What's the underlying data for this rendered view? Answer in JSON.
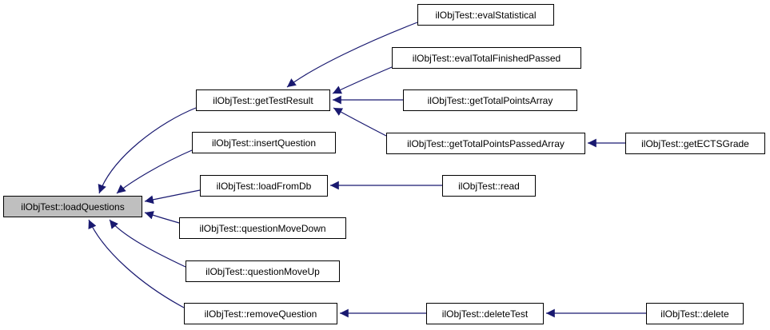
{
  "diagram": {
    "kind": "caller-graph",
    "focus_function": "ilObjTest::loadQuestions",
    "colors": {
      "edge": "#191970",
      "node_border": "#000000",
      "node_fill": "#ffffff",
      "focus_node_fill": "#bfbfbf",
      "background": "#ffffff",
      "text": "#000000"
    },
    "nodes": {
      "load_questions": {
        "label": "ilObjTest::loadQuestions"
      },
      "get_test_result": {
        "label": "ilObjTest::getTestResult"
      },
      "insert_question": {
        "label": "ilObjTest::insertQuestion"
      },
      "load_from_db": {
        "label": "ilObjTest::loadFromDb"
      },
      "question_move_down": {
        "label": "ilObjTest::questionMoveDown"
      },
      "question_move_up": {
        "label": "ilObjTest::questionMoveUp"
      },
      "remove_question": {
        "label": "ilObjTest::removeQuestion"
      },
      "eval_statistical": {
        "label": "ilObjTest::evalStatistical"
      },
      "eval_total_finished_passed": {
        "label": "ilObjTest::evalTotalFinishedPassed"
      },
      "get_total_points_array": {
        "label": "ilObjTest::getTotalPointsArray"
      },
      "get_total_points_passed_array": {
        "label": "ilObjTest::getTotalPointsPassedArray"
      },
      "get_ects_grade": {
        "label": "ilObjTest::getECTSGrade"
      },
      "read": {
        "label": "ilObjTest::read"
      },
      "delete_test": {
        "label": "ilObjTest::deleteTest"
      },
      "delete": {
        "label": "ilObjTest::delete"
      }
    },
    "edges": [
      {
        "from": "ilObjTest::evalStatistical",
        "to": "ilObjTest::getTestResult"
      },
      {
        "from": "ilObjTest::evalTotalFinishedPassed",
        "to": "ilObjTest::getTestResult"
      },
      {
        "from": "ilObjTest::getTotalPointsArray",
        "to": "ilObjTest::getTestResult"
      },
      {
        "from": "ilObjTest::getTotalPointsPassedArray",
        "to": "ilObjTest::getTestResult"
      },
      {
        "from": "ilObjTest::getECTSGrade",
        "to": "ilObjTest::getTotalPointsPassedArray"
      },
      {
        "from": "ilObjTest::getTestResult",
        "to": "ilObjTest::loadQuestions"
      },
      {
        "from": "ilObjTest::insertQuestion",
        "to": "ilObjTest::loadQuestions"
      },
      {
        "from": "ilObjTest::loadFromDb",
        "to": "ilObjTest::loadQuestions"
      },
      {
        "from": "ilObjTest::read",
        "to": "ilObjTest::loadFromDb"
      },
      {
        "from": "ilObjTest::questionMoveDown",
        "to": "ilObjTest::loadQuestions"
      },
      {
        "from": "ilObjTest::questionMoveUp",
        "to": "ilObjTest::loadQuestions"
      },
      {
        "from": "ilObjTest::removeQuestion",
        "to": "ilObjTest::loadQuestions"
      },
      {
        "from": "ilObjTest::deleteTest",
        "to": "ilObjTest::removeQuestion"
      },
      {
        "from": "ilObjTest::delete",
        "to": "ilObjTest::deleteTest"
      }
    ]
  }
}
